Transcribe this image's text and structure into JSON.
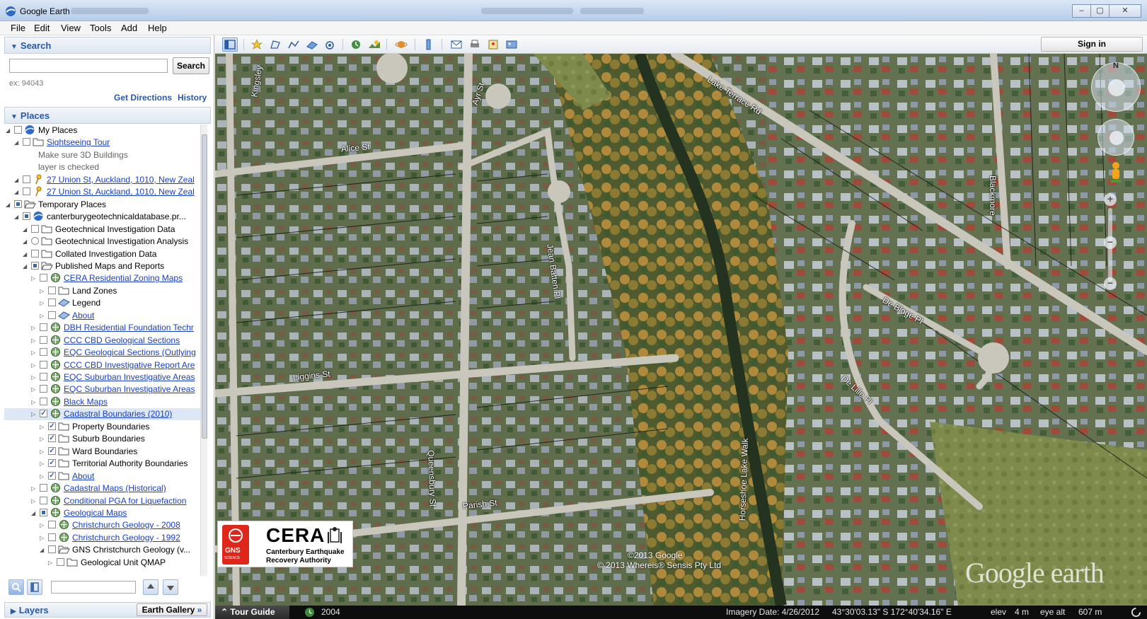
{
  "window": {
    "title": "Google Earth",
    "controls": [
      "–",
      "▢",
      "✕"
    ]
  },
  "menu": [
    "File",
    "Edit",
    "View",
    "Tools",
    "Add",
    "Help"
  ],
  "search": {
    "header": "Search",
    "placeholder": "",
    "button": "Search",
    "hint": "ex: 94043",
    "get_directions": "Get Directions",
    "history": "History"
  },
  "places": {
    "header": "Places",
    "items": [
      {
        "label": "My Places",
        "level": 0,
        "check": "empty",
        "icon": "globe-icon",
        "link": false
      },
      {
        "label": "Sightseeing Tour",
        "level": 1,
        "check": "empty",
        "icon": "folder-icon",
        "link": true
      },
      {
        "label": "Make sure 3D Buildings",
        "level": 1,
        "sub": true
      },
      {
        "label": "layer is checked",
        "level": 1,
        "sub": true
      },
      {
        "label": "27 Union St, Auckland, 1010, New Zeal",
        "level": 1,
        "check": "empty",
        "icon": "pushpin-icon",
        "link": true
      },
      {
        "label": "27 Union St, Auckland, 1010, New Zeal",
        "level": 1,
        "check": "empty",
        "icon": "pushpin-icon",
        "link": true
      },
      {
        "label": "Temporary Places",
        "level": 0,
        "check": "partial",
        "icon": "folder-open-icon",
        "link": false
      },
      {
        "label": "canterburygeotechnicaldatabase.pr...",
        "level": 1,
        "check": "partial",
        "icon": "globe-icon",
        "link": false
      },
      {
        "label": "Geotechnical Investigation Data",
        "level": 2,
        "check": "empty",
        "icon": "folder-icon",
        "link": false
      },
      {
        "label": "Geotechnical Investigation Analysis",
        "level": 2,
        "check": "radio",
        "icon": "folder-icon",
        "link": false
      },
      {
        "label": "Collated Investigation Data",
        "level": 2,
        "check": "empty",
        "icon": "folder-icon",
        "link": false
      },
      {
        "label": "Published Maps and Reports",
        "level": 2,
        "check": "partial",
        "icon": "folder-open-icon",
        "link": false
      },
      {
        "label": "CERA Residential Zoning Maps",
        "level": 3,
        "check": "empty",
        "icon": "network-link-icon",
        "link": true
      },
      {
        "label": "Land Zones",
        "level": 4,
        "check": "empty",
        "icon": "folder-icon",
        "link": false
      },
      {
        "label": "Legend",
        "level": 4,
        "check": "empty",
        "icon": "overlay-icon",
        "link": false
      },
      {
        "label": "About",
        "level": 4,
        "check": "empty",
        "icon": "overlay-icon",
        "link": true
      },
      {
        "label": "DBH Residential Foundation Techr",
        "level": 3,
        "check": "empty",
        "icon": "network-link-icon",
        "link": true
      },
      {
        "label": "CCC CBD Geological Sections",
        "level": 3,
        "check": "empty",
        "icon": "network-link-icon",
        "link": true
      },
      {
        "label": "EQC Geological Sections (Outlying",
        "level": 3,
        "check": "empty",
        "icon": "network-link-icon",
        "link": true
      },
      {
        "label": "CCC CBD Investigative Report Are",
        "level": 3,
        "check": "empty",
        "icon": "network-link-icon",
        "link": true
      },
      {
        "label": "EQC Suburban Investigative Areas",
        "level": 3,
        "check": "empty",
        "icon": "network-link-icon",
        "link": true
      },
      {
        "label": "EQC Suburban Investigative Areas",
        "level": 3,
        "check": "empty",
        "icon": "network-link-icon",
        "link": true
      },
      {
        "label": "Black Maps",
        "level": 3,
        "check": "empty",
        "icon": "network-link-icon",
        "link": true
      },
      {
        "label": "Cadastral Boundaries (2010)",
        "level": 3,
        "check": "checked",
        "icon": "network-link-icon",
        "link": true,
        "selected": true
      },
      {
        "label": "Property Boundaries",
        "level": 4,
        "check": "checked",
        "icon": "folder-icon",
        "link": false
      },
      {
        "label": "Suburb Boundaries",
        "level": 4,
        "check": "checked",
        "icon": "folder-icon",
        "link": false
      },
      {
        "label": "Ward Boundaries",
        "level": 4,
        "check": "checked",
        "icon": "folder-icon",
        "link": false
      },
      {
        "label": "Territorial Authority Boundaries",
        "level": 4,
        "check": "checked",
        "icon": "folder-icon",
        "link": false
      },
      {
        "label": "About",
        "level": 4,
        "check": "checked",
        "icon": "folder-icon",
        "link": true
      },
      {
        "label": "Cadastral Maps (Historical)",
        "level": 3,
        "check": "empty",
        "icon": "network-link-icon",
        "link": true
      },
      {
        "label": "Conditional PGA for Liquefaction",
        "level": 3,
        "check": "empty",
        "icon": "network-link-icon",
        "link": true
      },
      {
        "label": "Geological Maps",
        "level": 3,
        "check": "partial",
        "icon": "network-link-icon",
        "link": true
      },
      {
        "label": "Christchurch Geology - 2008",
        "level": 4,
        "check": "empty",
        "icon": "network-link-icon",
        "link": true
      },
      {
        "label": "Christchurch Geology - 1992",
        "level": 4,
        "check": "empty",
        "icon": "network-link-icon",
        "link": true
      },
      {
        "label": "GNS Christchurch Geology (v...",
        "level": 4,
        "check": "empty",
        "icon": "folder-open-icon",
        "link": false
      },
      {
        "label": "Geological Unit QMAP",
        "level": 5,
        "check": "empty",
        "icon": "folder-icon",
        "link": false
      }
    ]
  },
  "layers": {
    "header": "Layers",
    "gallery": "Earth Gallery",
    "gallery_arrows": "»"
  },
  "toolbar": {
    "sign_in": "Sign in"
  },
  "map": {
    "streets": [
      "Alice St",
      "Liggins St",
      "Queensbury St",
      "Parish St",
      "Jean Batten Pl",
      "Horseshoe Lake Walk",
      "Lake Terrace Rd",
      "De Bloge Pl",
      "De Lille Pl",
      "Blackmore",
      "Kingsley",
      "Ayr St"
    ],
    "compass_n": "N",
    "zoom_in": "+",
    "zoom_out": "−",
    "copyright_1": "©2013 Google",
    "copyright_2": "© 2013 Whereis® Sensis Pty Ltd",
    "watermark": "Google earth",
    "logo": {
      "gns": "GNS",
      "gns_sub": "SCIENCE",
      "cera": "CERA",
      "line1": "Canterbury Earthquake",
      "line2": "Recovery Authority"
    }
  },
  "status": {
    "tour_guide": "Tour Guide",
    "year": "2004",
    "imagery_date": "Imagery Date: 4/26/2012",
    "coordinates": "43°30'03.13\" S  172°40'34.16\" E",
    "elev_label": "elev",
    "elev_value": "4 m",
    "eye_label": "eye alt",
    "eye_value": "607 m"
  }
}
